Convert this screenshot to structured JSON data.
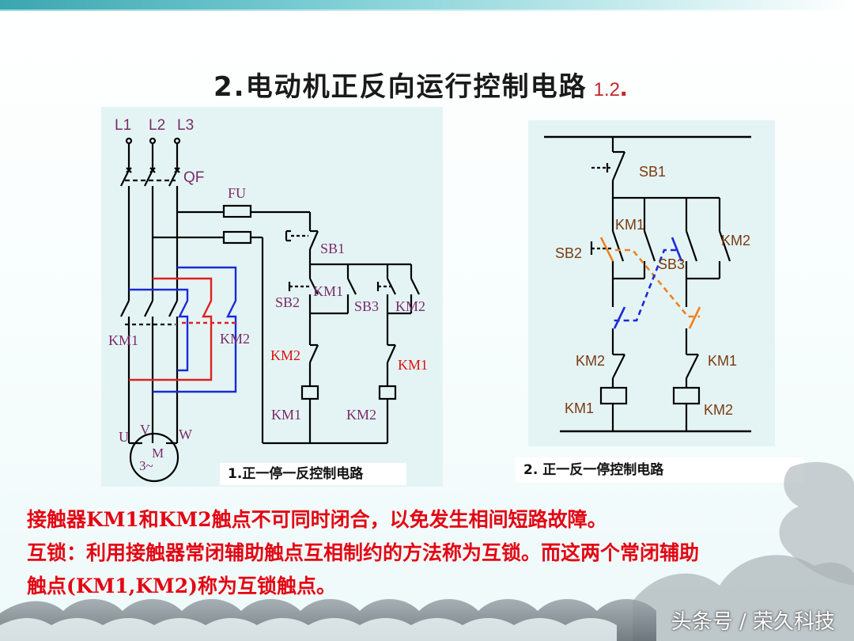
{
  "title": {
    "main": "2.电动机正反向运行控制电路",
    "sub": "1.2",
    "dot": "."
  },
  "left_diagram": {
    "caption": "1.正一停一反控制电路",
    "labels": {
      "l1": "L1",
      "l2": "L2",
      "l3": "L3",
      "qf": "QF",
      "fu": "FU",
      "sb1": "SB1",
      "sb2": "SB2",
      "sb3": "SB3",
      "km1_hold": "KM1",
      "km2_hold": "KM2",
      "km2_interlock": "KM2",
      "km1_interlock": "KM1",
      "km1_coil": "KM1",
      "km2_coil": "KM2",
      "km1_main": "KM1",
      "km2_main": "KM2",
      "u": "U",
      "v": "V",
      "w": "W",
      "motor_m": "M",
      "motor_3": "3~"
    }
  },
  "right_diagram": {
    "caption": "2. 正一反一停控制电路",
    "labels": {
      "sb1": "SB1",
      "sb2": "SB2",
      "sb3": "SB3",
      "km1_hold": "KM1",
      "km2_hold": "KM2",
      "km2_interlock": "KM2",
      "km1_interlock": "KM1",
      "km1_coil": "KM1",
      "km2_coil": "KM2"
    }
  },
  "notes": [
    "接触器KM1和KM2触点不可同时闭合，以免发生相间短路故障。",
    "互锁：利用接触器常闭辅助触点互相制约的方法称为互锁。而这两个常闭辅助",
    "触点(KM1,KM2)称为互锁触点。"
  ],
  "watermark": "头条号 / 荣久科技",
  "colors": {
    "title": "#1a1a1a",
    "note": "#e30613",
    "label_purple": "#7a2a6a",
    "label_red": "#e01010",
    "label_brown": "#7a3a10",
    "wire_red": "#e02020",
    "wire_blue": "#1a2ad8",
    "wire_orange": "#f08020",
    "panel": "#e4f4f4"
  }
}
